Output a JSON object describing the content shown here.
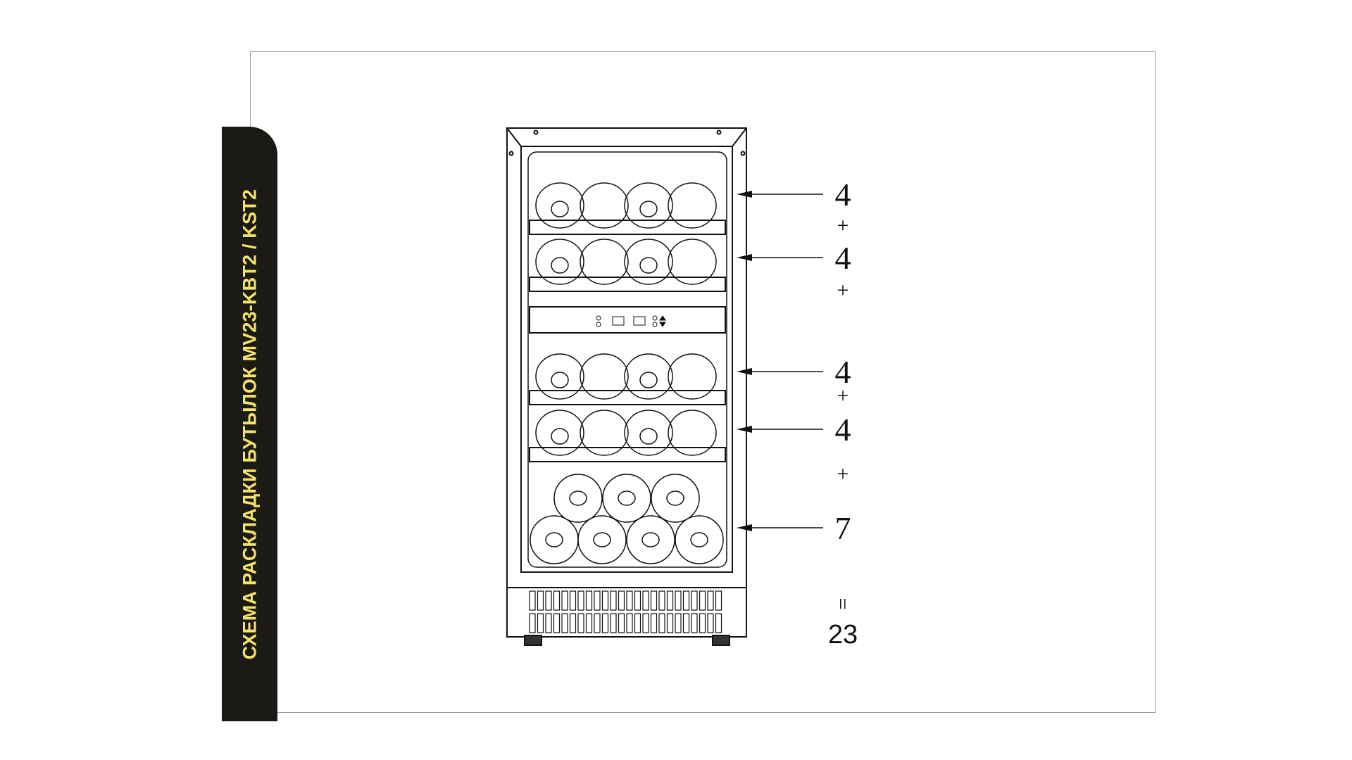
{
  "title": "СХЕМА РАСКЛАДКИ БУТЫЛОК MV23-KBT2 / KST2",
  "rows": [
    {
      "count": "4",
      "operator": "+"
    },
    {
      "count": "4",
      "operator": "+"
    },
    {
      "count": "4",
      "operator": "+"
    },
    {
      "count": "4",
      "operator": "+"
    },
    {
      "count": "7",
      "operator": "="
    }
  ],
  "total": "23",
  "colors": {
    "label_bg": "#1c1a15",
    "label_text": "#f3e36a"
  }
}
